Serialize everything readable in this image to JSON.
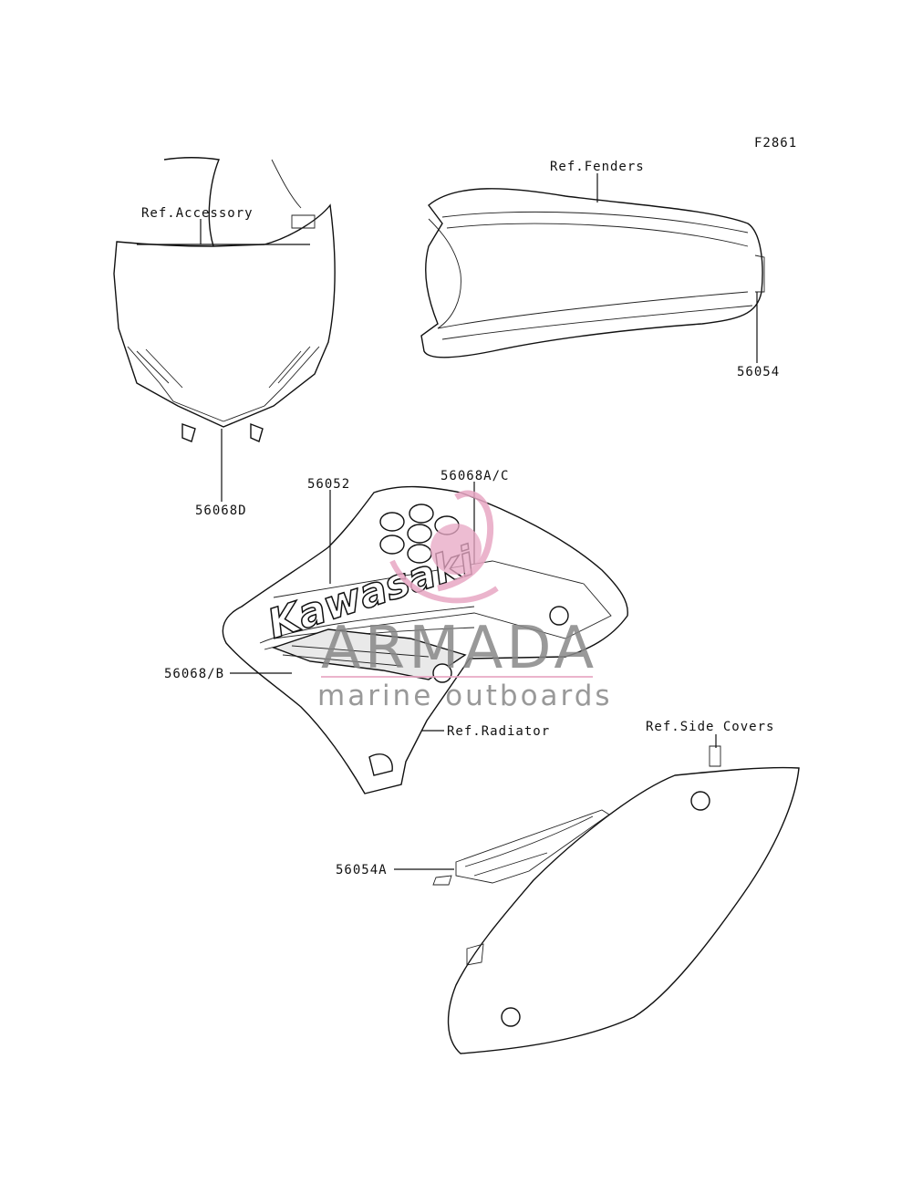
{
  "figure_id": "F2861",
  "callouts": {
    "ref_accessory": "Ref.Accessory",
    "ref_fenders": "Ref.Fenders",
    "part_56054": "56054",
    "part_56068d": "56068D",
    "part_56052": "56052",
    "part_56068ac": "56068A/C",
    "part_56068b": "56068/B",
    "ref_radiator": "Ref.Radiator",
    "ref_side_covers": "Ref.Side Covers",
    "part_56054a": "56054A"
  },
  "decal": {
    "brand_text": "Kawasaki"
  },
  "watermark": {
    "brand": "ARMADA",
    "tagline": "marine outboards",
    "accent_color": "#e8a7c4",
    "text_color": "#888888"
  },
  "colors": {
    "line": "#111111",
    "background": "#ffffff"
  }
}
